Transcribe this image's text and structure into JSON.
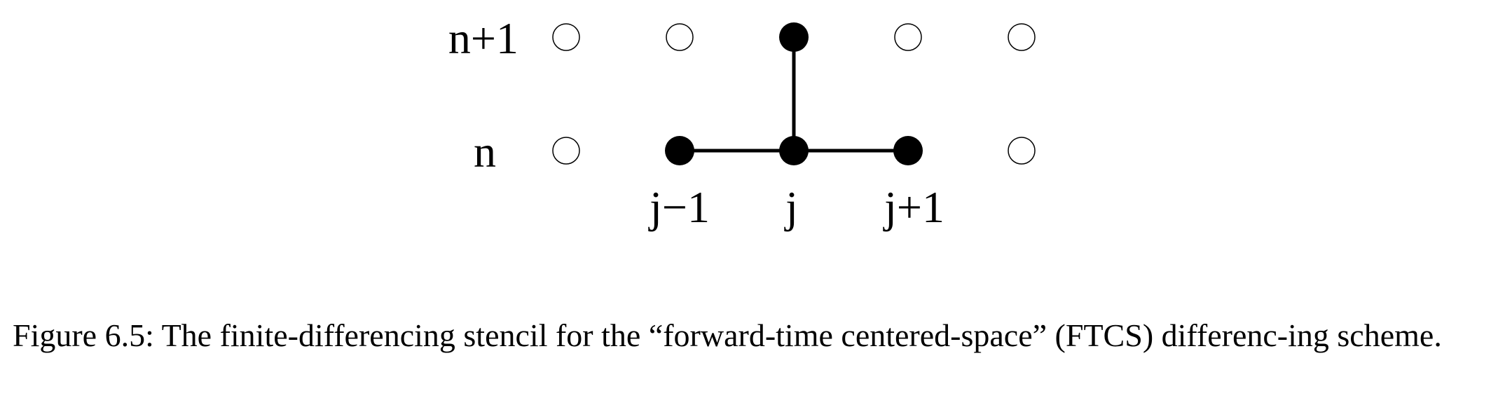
{
  "diagram": {
    "row_labels": [
      "n+1",
      "n"
    ],
    "column_labels": [
      "j−1",
      "j",
      "j+1"
    ],
    "grid": {
      "rows": 2,
      "columns": 5,
      "stencil_points": [
        {
          "row": "n+1",
          "column": "j"
        },
        {
          "row": "n",
          "column": "j−1"
        },
        {
          "row": "n",
          "column": "j"
        },
        {
          "row": "n",
          "column": "j+1"
        }
      ]
    }
  },
  "caption": {
    "label": "Figure 6.5:",
    "text": "The finite-differencing stencil for the “forward-time centered-space” (FTCS) differenc-­ing scheme."
  },
  "colors": {
    "ink": "#000000",
    "background": "#ffffff"
  }
}
